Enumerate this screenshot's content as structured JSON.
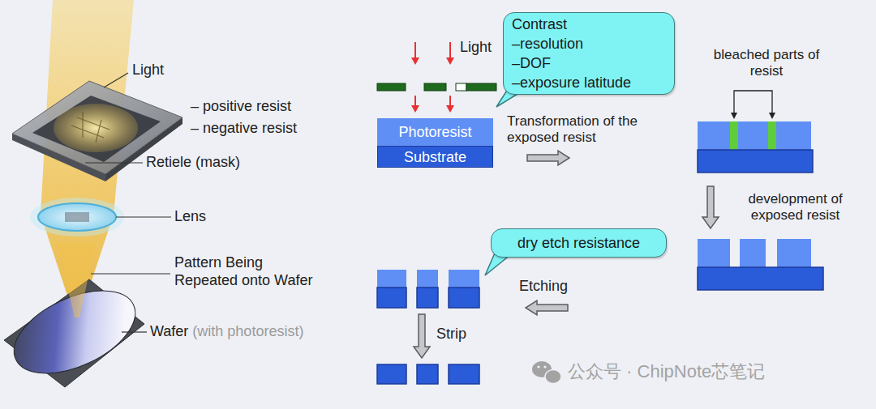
{
  "diagram": {
    "nodes": [
      {
        "text": [
          "Contrast",
          "–resolution",
          "–DOF",
          "–exposure latitude"
        ]
      },
      {
        "text": [
          "Photoresist"
        ]
      },
      {
        "text": [
          "Substrate"
        ]
      },
      {
        "text": [
          "dry etch resistance"
        ]
      }
    ],
    "labels": [
      "Light",
      "– positive resist",
      "– negative resist",
      "Retiele (mask)",
      "Lens",
      "Pattern Being Repeated onto Wafer",
      "Wafer",
      "(with photoresist)",
      "Light",
      "Transformation of the exposed resist",
      "bleached parts of resist",
      "development of exposed resist",
      "Etching",
      "Strip",
      "公众号 · ChipNote芯笔记"
    ]
  }
}
